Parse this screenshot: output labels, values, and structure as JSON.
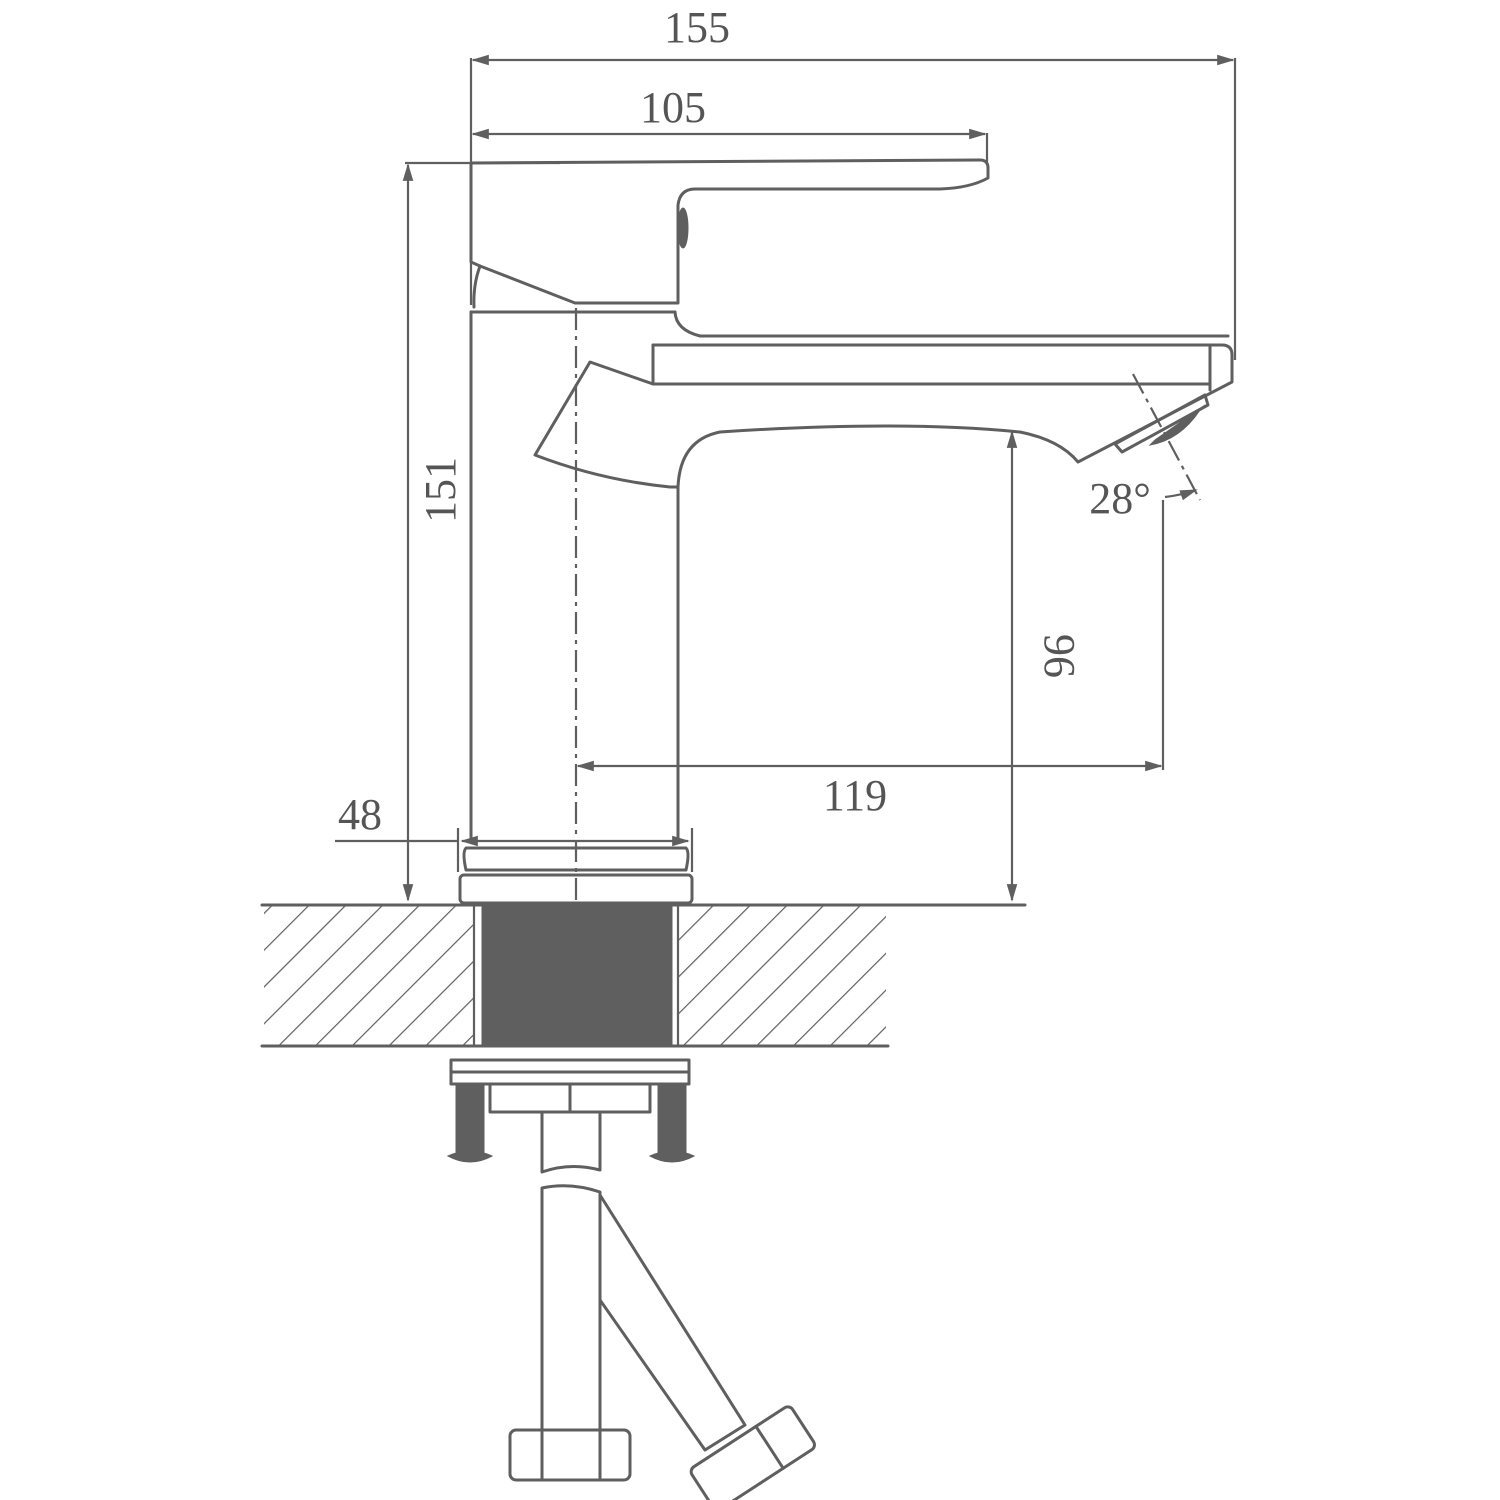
{
  "drawing": {
    "subject": "single-lever basin mixer faucet side view",
    "line_color": "#5f5f5f",
    "background": "#ffffff",
    "dimensions": {
      "overall_width": "155",
      "handle_length": "105",
      "overall_height": "151",
      "base_diameter": "48",
      "spout_reach": "119",
      "spout_clearance": "96",
      "aerator_angle": "28°"
    }
  }
}
